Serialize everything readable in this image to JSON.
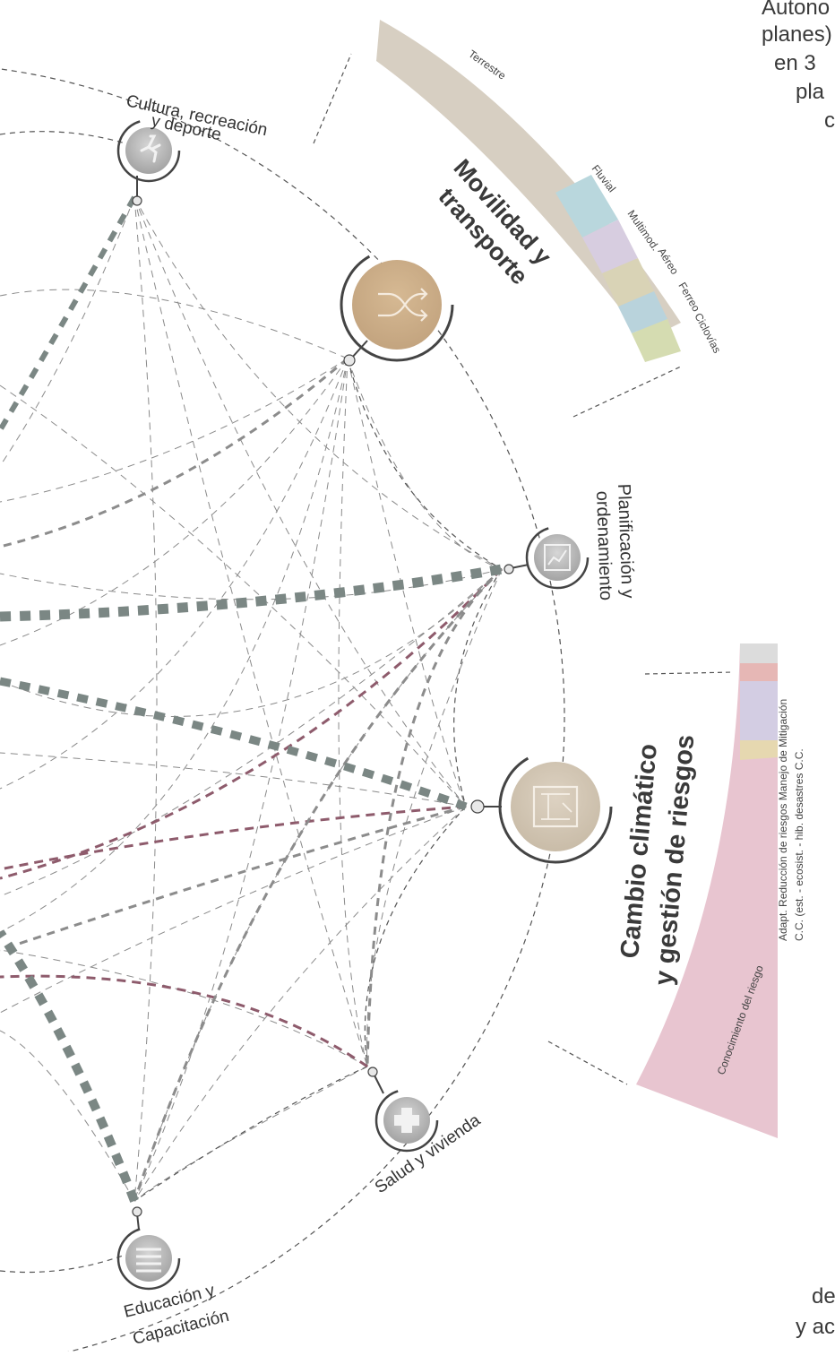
{
  "nodes": {
    "cultura": {
      "label_line1": "Cultura, recreación",
      "label_line2": "y deporte"
    },
    "movilidad": {
      "label_line1": "Movilidad y",
      "label_line2": "transporte"
    },
    "planificacion": {
      "label_line1": "Planificación y",
      "label_line2": "ordenamiento"
    },
    "cambio": {
      "label_line1": "Cambio climático",
      "label_line2": "y gestión de riesgos"
    },
    "salud": {
      "label": "Salud y vivienda"
    },
    "educacion": {
      "label_line1": "Educación y",
      "label_line2": "Capacitación"
    }
  },
  "movilidad_arc": {
    "segments": [
      {
        "label": "Terrestre",
        "color": "#d7cfc2"
      },
      {
        "label": "Fluvial",
        "color": "#b9d7dd"
      },
      {
        "label": "Multimod.",
        "color": "#d7cde0"
      },
      {
        "label": "Aéreo",
        "color": "#d9d3b6"
      },
      {
        "label": "Ferreo",
        "color": "#b9d3dc"
      },
      {
        "label": "Ciclovías",
        "color": "#d5dcb1"
      }
    ]
  },
  "riesgos_arc": {
    "segments": [
      {
        "label": "Conocimiento del riesgo",
        "color": "#e8c5d0"
      },
      {
        "label": "",
        "color": "#e6d8b0"
      },
      {
        "label": "",
        "color": "#d3cde3"
      },
      {
        "label": "",
        "color": "#e6b7b5"
      },
      {
        "label": "",
        "color": "#dcdcdc"
      }
    ],
    "legend_line1": "Adapt. Reducción de riesgos Manejo de Mitigación",
    "legend_line2": "C.C.    (est. - ecosist. - hib.  desastres   C.C."
  },
  "cut_text": {
    "top_line1": "Autono",
    "top_line2": "planes)",
    "top_line3": "en  3",
    "top_line4": "pla",
    "top_line5": "c",
    "bottom_line1": "de",
    "bottom_line2": "y ac"
  },
  "colors": {
    "accent_movilidad": "#c9ac86",
    "accent_cambio": "#d3c7b5",
    "link_gray": "#7f8784",
    "link_maroon": "#8e5b6c"
  }
}
